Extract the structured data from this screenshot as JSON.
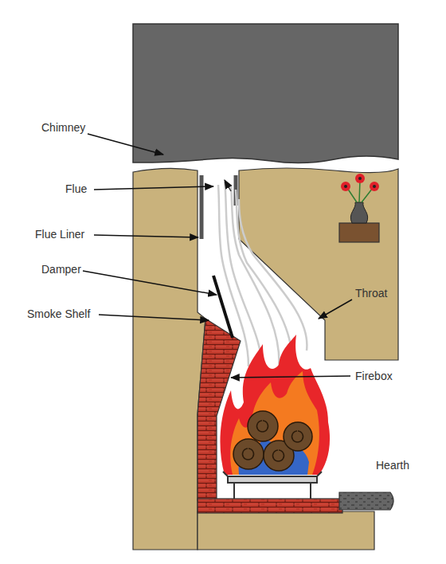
{
  "diagram": {
    "labels": [
      "Chimney",
      "Flue",
      "Flue Liner",
      "Damper",
      "Smoke Shelf",
      "Throat",
      "Firebox",
      "Hearth"
    ]
  }
}
